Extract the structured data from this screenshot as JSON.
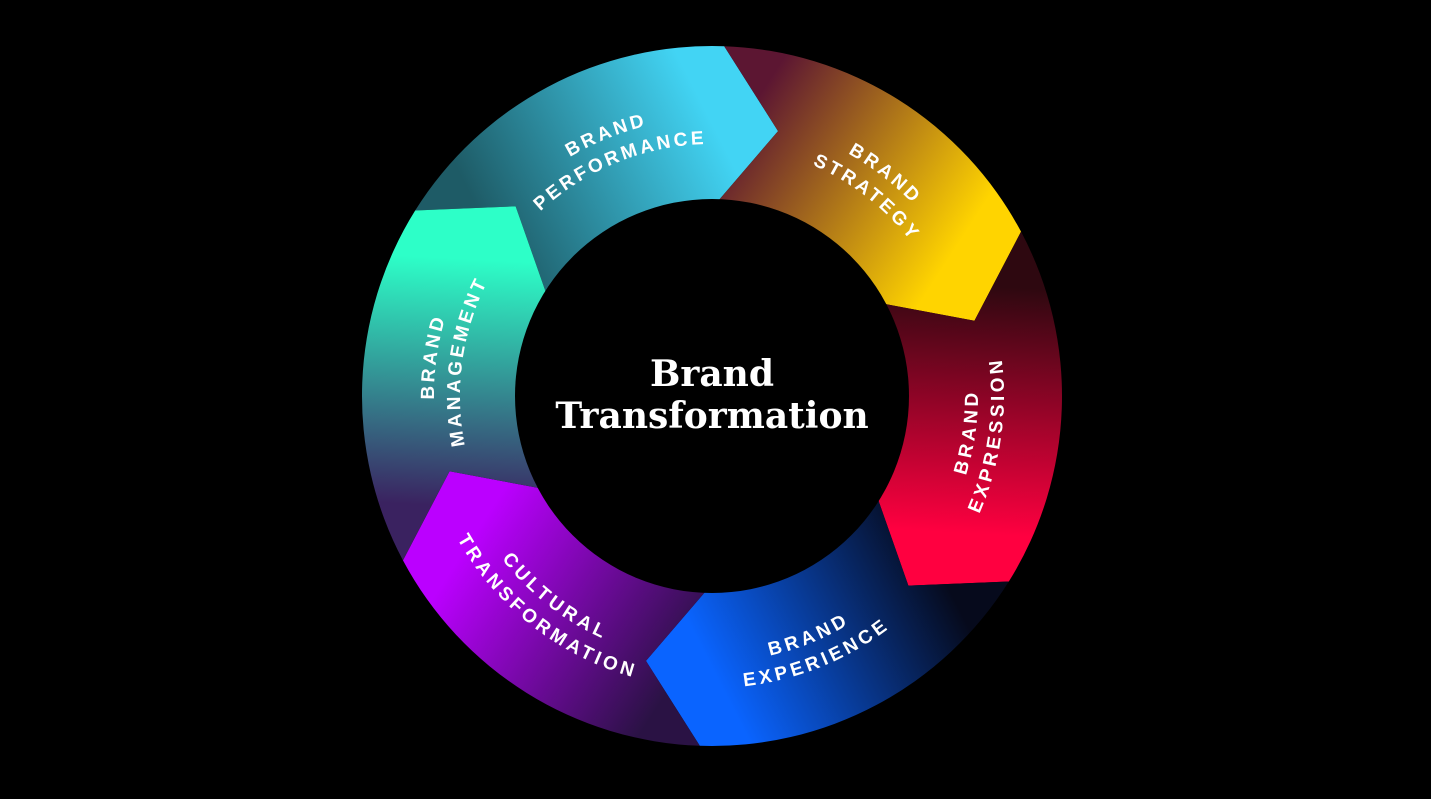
{
  "center": {
    "line1": "Brand",
    "line2": "Transformation"
  },
  "segments": [
    {
      "id": "performance",
      "lines": [
        "BRAND",
        "PERFORMANCE"
      ],
      "colors": {
        "start": "#1e5b66",
        "end": "#42d4f4"
      }
    },
    {
      "id": "strategy",
      "lines": [
        "BRAND",
        "STRATEGY"
      ],
      "colors": {
        "start": "#5c1632",
        "end": "#ffd400"
      }
    },
    {
      "id": "expression",
      "lines": [
        "BRAND",
        "EXPRESSION"
      ],
      "colors": {
        "start": "#2e0810",
        "end": "#ff0040"
      }
    },
    {
      "id": "experience",
      "lines": [
        "BRAND",
        "EXPERIENCE"
      ],
      "colors": {
        "start": "#060a1c",
        "end": "#0a64ff"
      }
    },
    {
      "id": "cultural",
      "lines": [
        "CULTURAL",
        "TRANSFORMATION"
      ],
      "colors": {
        "start": "#2a1244",
        "end": "#bb00ff"
      }
    },
    {
      "id": "management",
      "lines": [
        "BRAND",
        "MANAGEMENT"
      ],
      "colors": {
        "start": "#3a2260",
        "end": "#2dffc8"
      }
    }
  ]
}
